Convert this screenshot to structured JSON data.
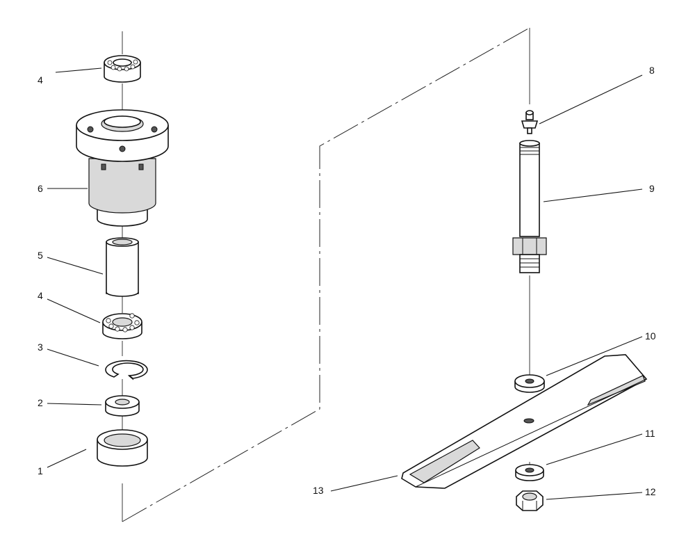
{
  "callouts": {
    "c1": "1",
    "c2": "2",
    "c3": "3",
    "c4_top": "4",
    "c4_lower": "4",
    "c5": "5",
    "c6": "6",
    "c8": "8",
    "c9": "9",
    "c10": "10",
    "c11": "11",
    "c12": "12",
    "c13": "13"
  }
}
